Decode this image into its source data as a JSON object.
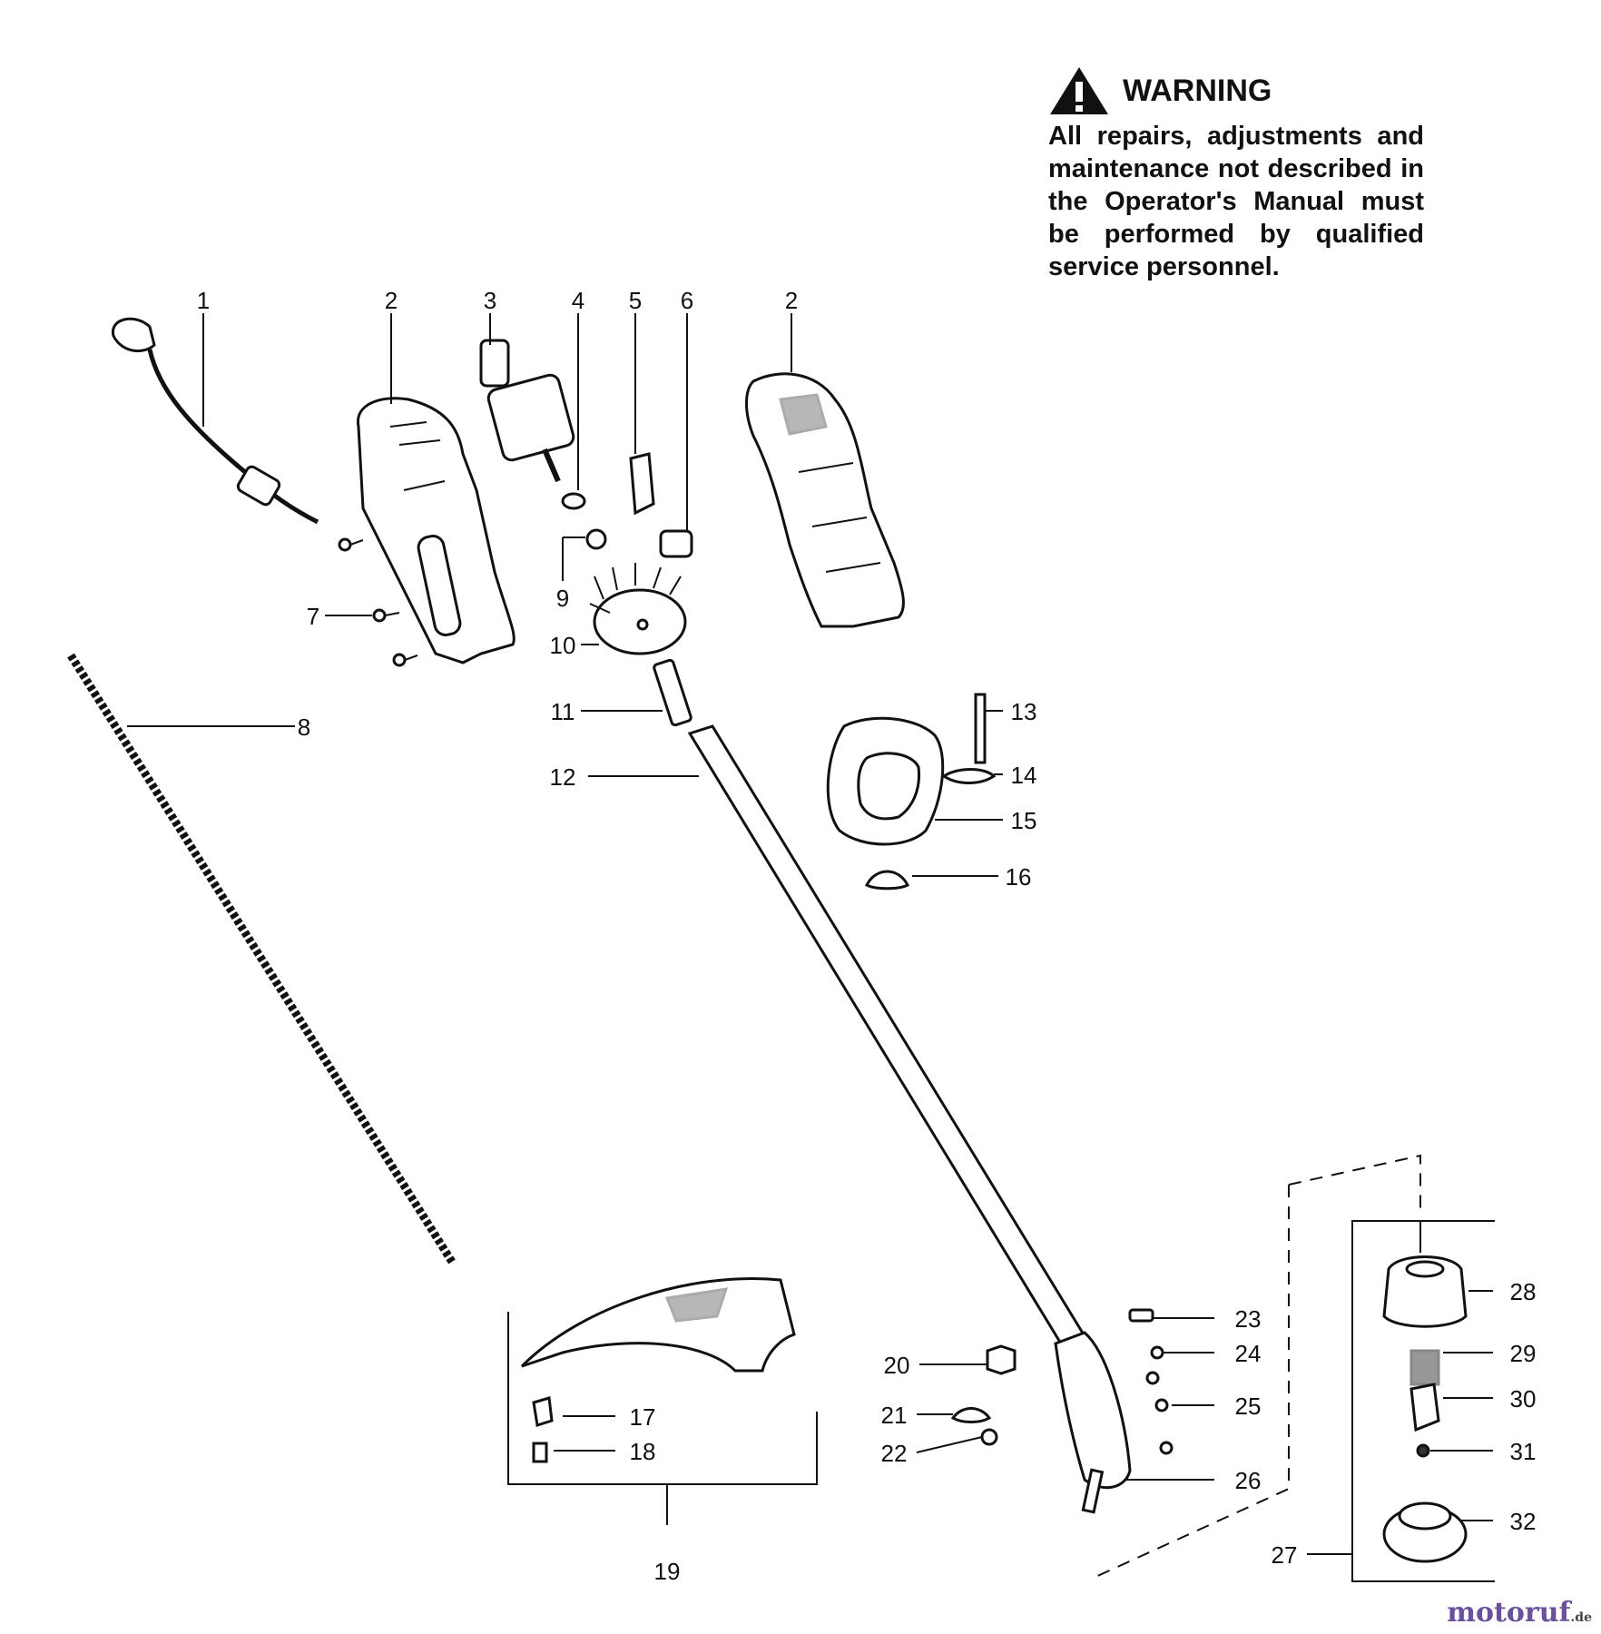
{
  "warning": {
    "title": "WARNING",
    "icon": "warning-triangle-icon",
    "text": "All repairs, adjustments and maintenance not described in the Operator's Manual must be performed by qualified service personnel."
  },
  "callouts": [
    {
      "id": "c1",
      "label": "1"
    },
    {
      "id": "c2a",
      "label": "2"
    },
    {
      "id": "c3",
      "label": "3"
    },
    {
      "id": "c4",
      "label": "4"
    },
    {
      "id": "c5",
      "label": "5"
    },
    {
      "id": "c6",
      "label": "6"
    },
    {
      "id": "c2b",
      "label": "2"
    },
    {
      "id": "c7",
      "label": "7"
    },
    {
      "id": "c8",
      "label": "8"
    },
    {
      "id": "c9",
      "label": "9"
    },
    {
      "id": "c10",
      "label": "10"
    },
    {
      "id": "c11",
      "label": "11"
    },
    {
      "id": "c12",
      "label": "12"
    },
    {
      "id": "c13",
      "label": "13"
    },
    {
      "id": "c14",
      "label": "14"
    },
    {
      "id": "c15",
      "label": "15"
    },
    {
      "id": "c16",
      "label": "16"
    },
    {
      "id": "c17",
      "label": "17"
    },
    {
      "id": "c18",
      "label": "18"
    },
    {
      "id": "c19",
      "label": "19"
    },
    {
      "id": "c20",
      "label": "20"
    },
    {
      "id": "c21",
      "label": "21"
    },
    {
      "id": "c22",
      "label": "22"
    },
    {
      "id": "c23",
      "label": "23"
    },
    {
      "id": "c24",
      "label": "24"
    },
    {
      "id": "c25",
      "label": "25"
    },
    {
      "id": "c26",
      "label": "26"
    },
    {
      "id": "c27",
      "label": "27"
    },
    {
      "id": "c28",
      "label": "28"
    },
    {
      "id": "c29",
      "label": "29"
    },
    {
      "id": "c30",
      "label": "30"
    },
    {
      "id": "c31",
      "label": "31"
    },
    {
      "id": "c32",
      "label": "32"
    }
  ],
  "brand": {
    "name": "motoruf",
    "suffix": ".de"
  }
}
